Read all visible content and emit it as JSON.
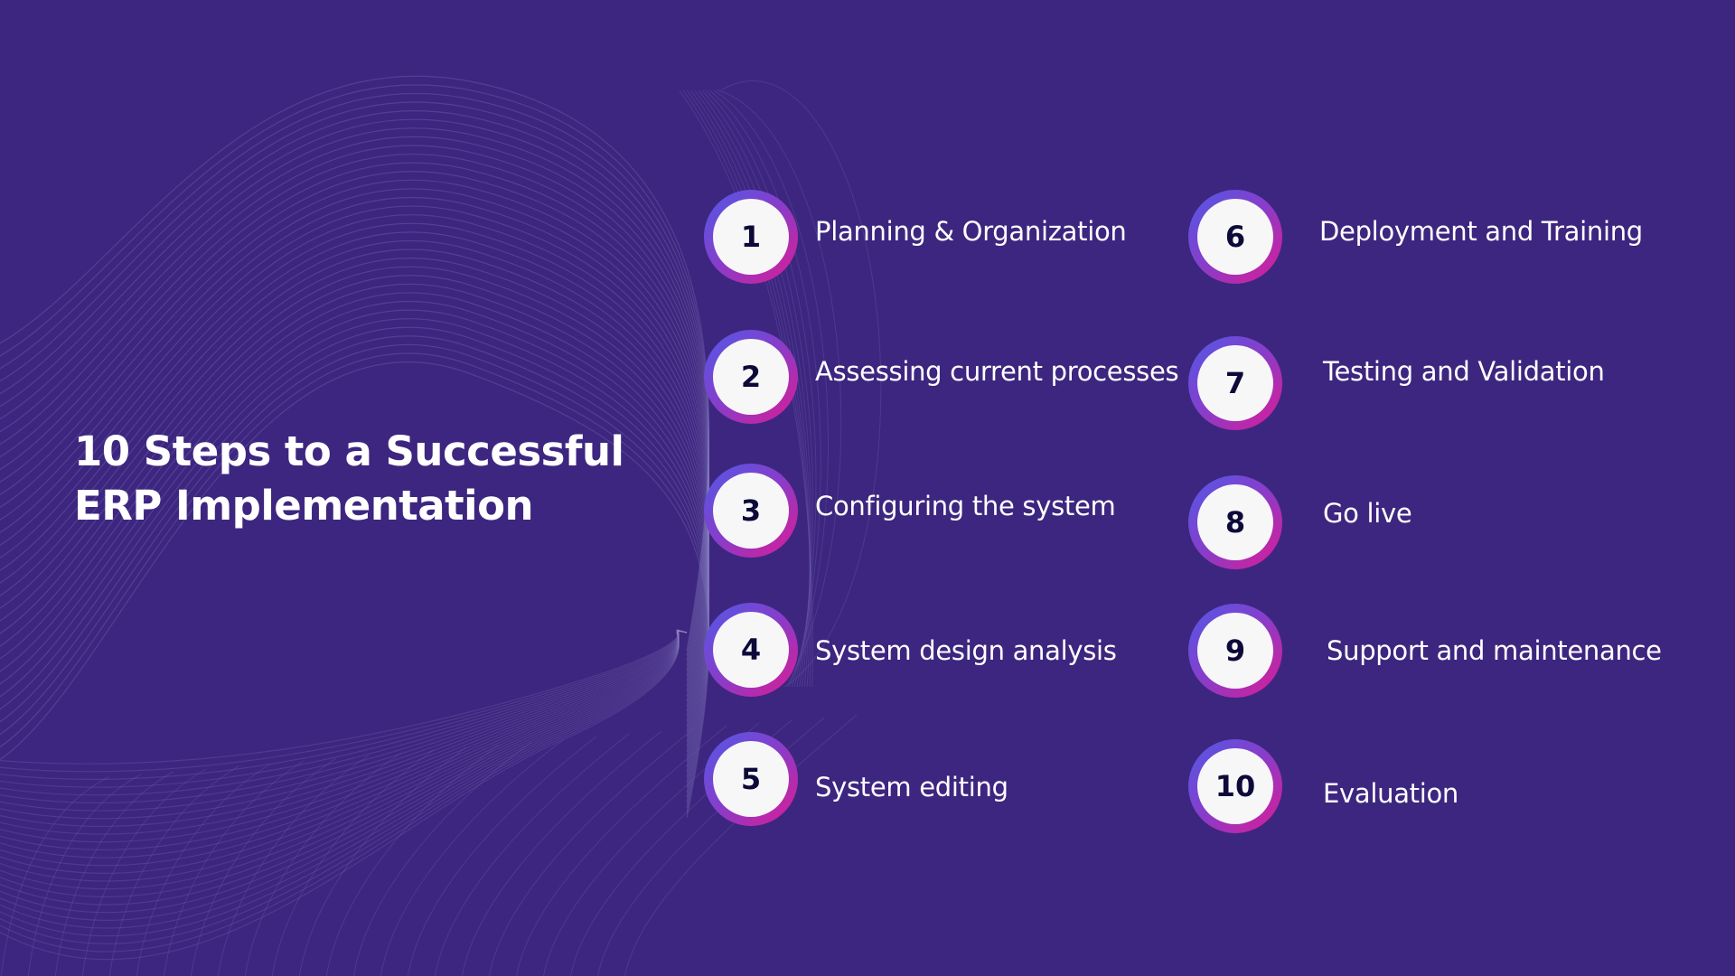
{
  "slide": {
    "title_line1": "10 Steps to a Successful",
    "title_line2": "ERP Implementation"
  },
  "colors": {
    "background": "#3d267f",
    "ring_gradient_start": "#4f5ae8",
    "ring_gradient_end": "#de1a93",
    "circle_fill": "#f7f7f8",
    "number_text": "#0d0a3a",
    "label_text": "#ffffff"
  },
  "steps": [
    {
      "number": "1",
      "label": "Planning & Organization"
    },
    {
      "number": "2",
      "label": "Assessing current processes"
    },
    {
      "number": "3",
      "label": "Configuring the system"
    },
    {
      "number": "4",
      "label": "System design analysis"
    },
    {
      "number": "5",
      "label": "System editing"
    },
    {
      "number": "6",
      "label": "Deployment and Training"
    },
    {
      "number": "7",
      "label": "Testing and Validation"
    },
    {
      "number": "8",
      "label": "Go live"
    },
    {
      "number": "9",
      "label": "Support and maintenance"
    },
    {
      "number": "10",
      "label": "Evaluation"
    }
  ]
}
